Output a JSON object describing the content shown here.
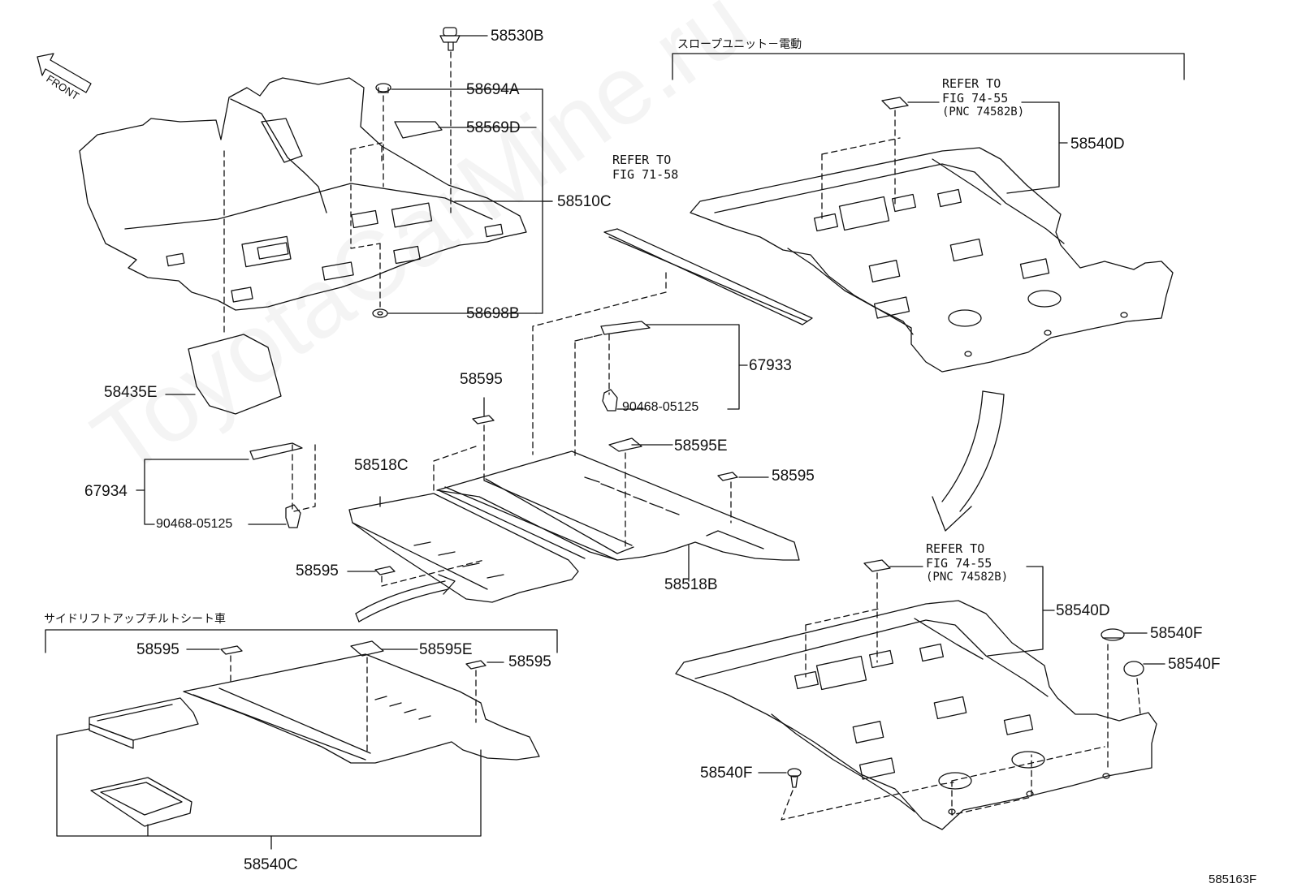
{
  "diagram": {
    "watermark": "ToyotaCarMine.ru",
    "front_label": "FRONT",
    "figure_code": "585163F",
    "groups": {
      "slope_unit": "スロープユニット－電動",
      "side_lift": "サイドリフトアップチルトシート車"
    },
    "refer_notes": {
      "fig_71_58": [
        "REFER TO",
        "FIG 71-58"
      ],
      "fig_74_55_top": [
        "REFER TO",
        "FIG 74-55",
        "(PNC 74582B)"
      ],
      "fig_74_55_bottom": [
        "REFER TO",
        "FIG 74-55",
        "(PNC 74582B)"
      ]
    },
    "parts": {
      "p58530B": "58530B",
      "p58694A": "58694A",
      "p58569D": "58569D",
      "p58510C": "58510C",
      "p58698B": "58698B",
      "p58435E": "58435E",
      "p58595_a": "58595",
      "p67933": "67933",
      "p90468_a": "90468-05125",
      "p58595E_a": "58595E",
      "p58595_b": "58595",
      "p58518C": "58518C",
      "p67934": "67934",
      "p90468_b": "90468-05125",
      "p58595_c": "58595",
      "p58518B": "58518B",
      "p58595_d": "58595",
      "p58595E_b": "58595E",
      "p58595_e": "58595",
      "p58540C": "58540C",
      "p58540D_top": "58540D",
      "p58540D_bottom": "58540D",
      "p58540F_a": "58540F",
      "p58540F_b": "58540F",
      "p58540F_c": "58540F"
    }
  }
}
